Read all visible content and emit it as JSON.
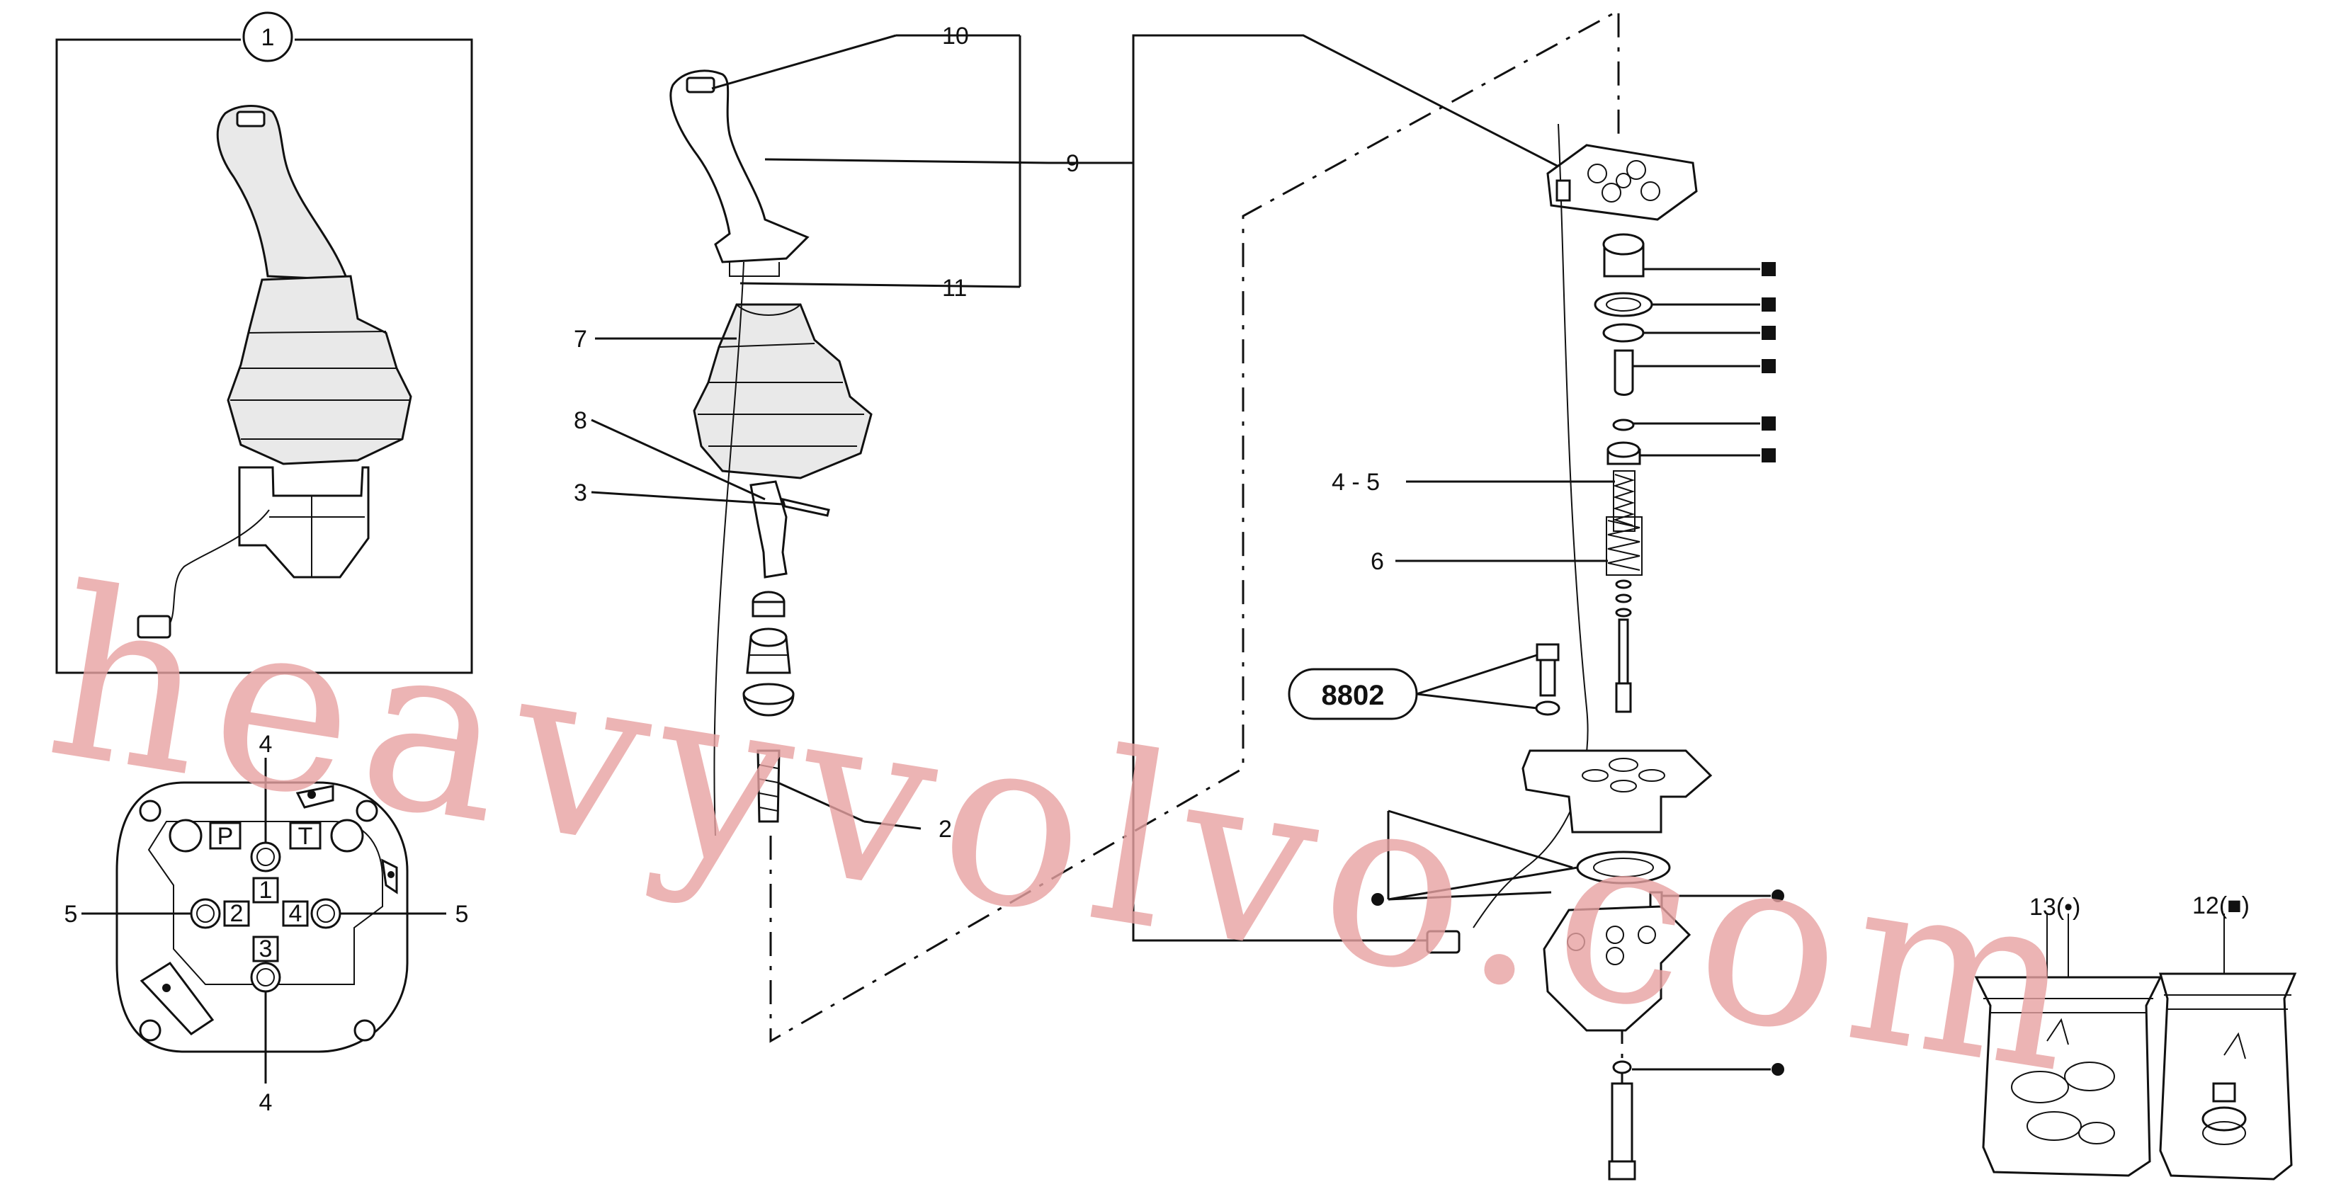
{
  "callouts": {
    "c1": "1",
    "c2": "2",
    "c3": "3",
    "c45": "4 - 5",
    "c6": "6",
    "c7": "7",
    "c8": "8",
    "c9": "9",
    "c10": "10",
    "c11": "11",
    "c12": "12(■)",
    "c13": "13(•)",
    "ref": "8802"
  },
  "port_diagram": {
    "p": "P",
    "t": "T",
    "n1": "1",
    "n2": "2",
    "n3": "3",
    "n4": "4",
    "top4": "4",
    "bot4": "4",
    "left5": "5",
    "right5": "5"
  },
  "watermark": "heavyvolvo.com"
}
